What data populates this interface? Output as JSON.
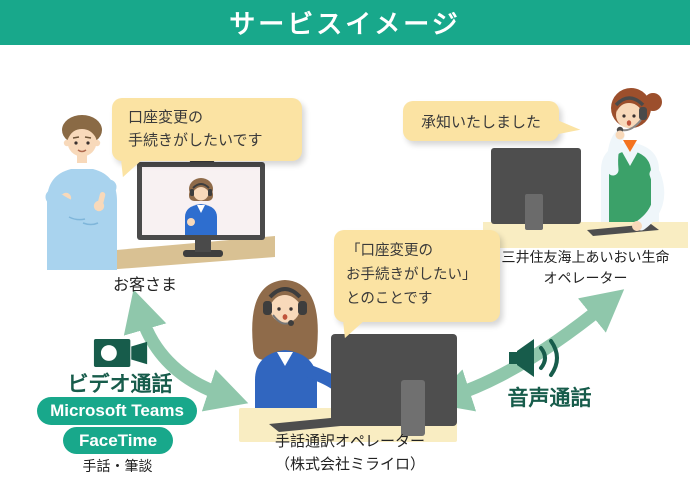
{
  "header": {
    "title": "サービスイメージ"
  },
  "scenes": {
    "customer": {
      "bubble": {
        "line1": "口座変更の",
        "line2": "手続きがしたいです"
      },
      "label": "お客さま"
    },
    "interpreter": {
      "bubble": {
        "line1": "「口座変更の",
        "line2": "お手続きがしたい」",
        "line3": "とのことです"
      },
      "label_line1": "手話通訳オペレーター",
      "label_line2": "（株式会社ミライロ）"
    },
    "insurer": {
      "bubble": "承知いたしました",
      "label_line1": "三井住友海上あいおい生命",
      "label_line2": "オペレーター"
    }
  },
  "video_call": {
    "icon": "video-camera-icon",
    "title": "ビデオ通話",
    "badges": [
      "Microsoft Teams",
      "FaceTime"
    ],
    "note": "手話・筆談"
  },
  "voice_call": {
    "icon": "speaker-icon",
    "title": "音声通話"
  },
  "colors": {
    "header_bg": "#18a88b",
    "bubble_bg": "#fbe3a3",
    "badge_bg": "#18a88b",
    "dark_green_text": "#175c4b",
    "arrow_green": "#8fc7ab",
    "desk_tan": "#d9c193",
    "desk_cream": "#f9edc2"
  }
}
